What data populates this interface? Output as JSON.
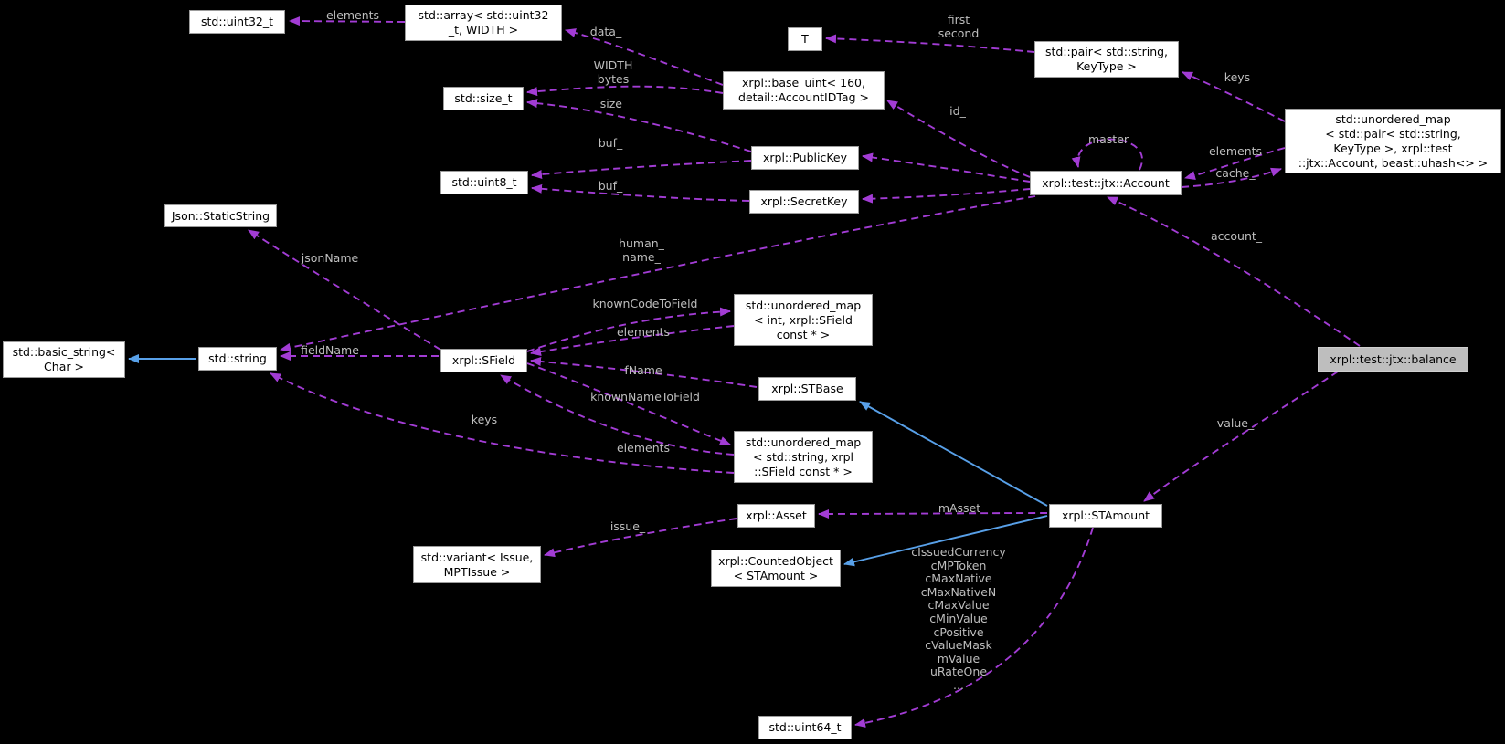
{
  "theme": {
    "background": "#000000",
    "node_fill": "#ffffff",
    "node_border": "#9c9c9c",
    "node_text": "#000000",
    "highlight_fill": "#bebebe",
    "edge_color": "#a23cd4",
    "inheritance_color": "#58a0e8",
    "label_color": "#bebebe"
  },
  "nodes": {
    "uint32_t": {
      "label": "std::uint32_t"
    },
    "array": {
      "label": "std::array< std::uint32\n_t, WIDTH >"
    },
    "size_t": {
      "label": "std::size_t"
    },
    "uint8_t": {
      "label": "std::uint8_t"
    },
    "base_uint": {
      "label": "xrpl::base_uint< 160,\ndetail::AccountIDTag >"
    },
    "t": {
      "label": "T"
    },
    "pair": {
      "label": "std::pair< std::string,\nKeyType >"
    },
    "umap_pair_account": {
      "label": "std::unordered_map\n< std::pair< std::string,\nKeyType >, xrpl::test\n::jtx::Account, beast::uhash<> >"
    },
    "public_key": {
      "label": "xrpl::PublicKey"
    },
    "secret_key": {
      "label": "xrpl::SecretKey"
    },
    "account": {
      "label": "xrpl::test::jtx::Account"
    },
    "static_string": {
      "label": "Json::StaticString"
    },
    "basic_string": {
      "label": "std::basic_string<\nChar >"
    },
    "string": {
      "label": "std::string"
    },
    "sfield": {
      "label": "xrpl::SField"
    },
    "umap_int_sfield": {
      "label": "std::unordered_map\n< int, xrpl::SField\nconst * >"
    },
    "stbase": {
      "label": "xrpl::STBase"
    },
    "umap_string_sfield": {
      "label": "std::unordered_map\n< std::string, xrpl\n::SField const * >"
    },
    "balance": {
      "label": "xrpl::test::jtx::balance",
      "highlighted": true
    },
    "asset": {
      "label": "xrpl::Asset"
    },
    "variant": {
      "label": "std::variant< Issue,\nMPTIssue >"
    },
    "counted_object": {
      "label": "xrpl::CountedObject\n< STAmount >"
    },
    "stamount": {
      "label": "xrpl::STAmount"
    },
    "uint64_t": {
      "label": "std::uint64_t"
    }
  },
  "edge_labels": {
    "elements_array": {
      "text": "elements"
    },
    "data": {
      "text": "data_"
    },
    "width_bytes": {
      "text": "WIDTH\nbytes"
    },
    "size": {
      "text": "size_"
    },
    "buf_pk": {
      "text": "buf_"
    },
    "buf_sk": {
      "text": "buf_"
    },
    "first_second": {
      "text": "first\nsecond"
    },
    "keys_pair": {
      "text": "keys"
    },
    "id": {
      "text": "id_"
    },
    "master": {
      "text": "master"
    },
    "elements_account": {
      "text": "elements"
    },
    "cache": {
      "text": "cache_"
    },
    "account": {
      "text": "account_"
    },
    "json_name": {
      "text": "jsonName"
    },
    "human_name": {
      "text": "human_\nname_"
    },
    "known_code_to_field": {
      "text": "knownCodeToField"
    },
    "elements_int_map": {
      "text": "elements"
    },
    "field_name": {
      "text": "fieldName"
    },
    "f_name": {
      "text": "fName"
    },
    "known_name_to_field": {
      "text": "knownNameToField"
    },
    "keys_string_map": {
      "text": "keys"
    },
    "elements_string_map": {
      "text": "elements"
    },
    "value": {
      "text": "value_"
    },
    "m_asset": {
      "text": "mAsset"
    },
    "issue": {
      "text": "issue_"
    },
    "stamount_members": {
      "text": "cIssuedCurrency\ncMPToken\ncMaxNative\ncMaxNativeN\ncMaxValue\ncMinValue\ncPositive\ncValueMask\nmValue\nuRateOne\n..."
    }
  }
}
